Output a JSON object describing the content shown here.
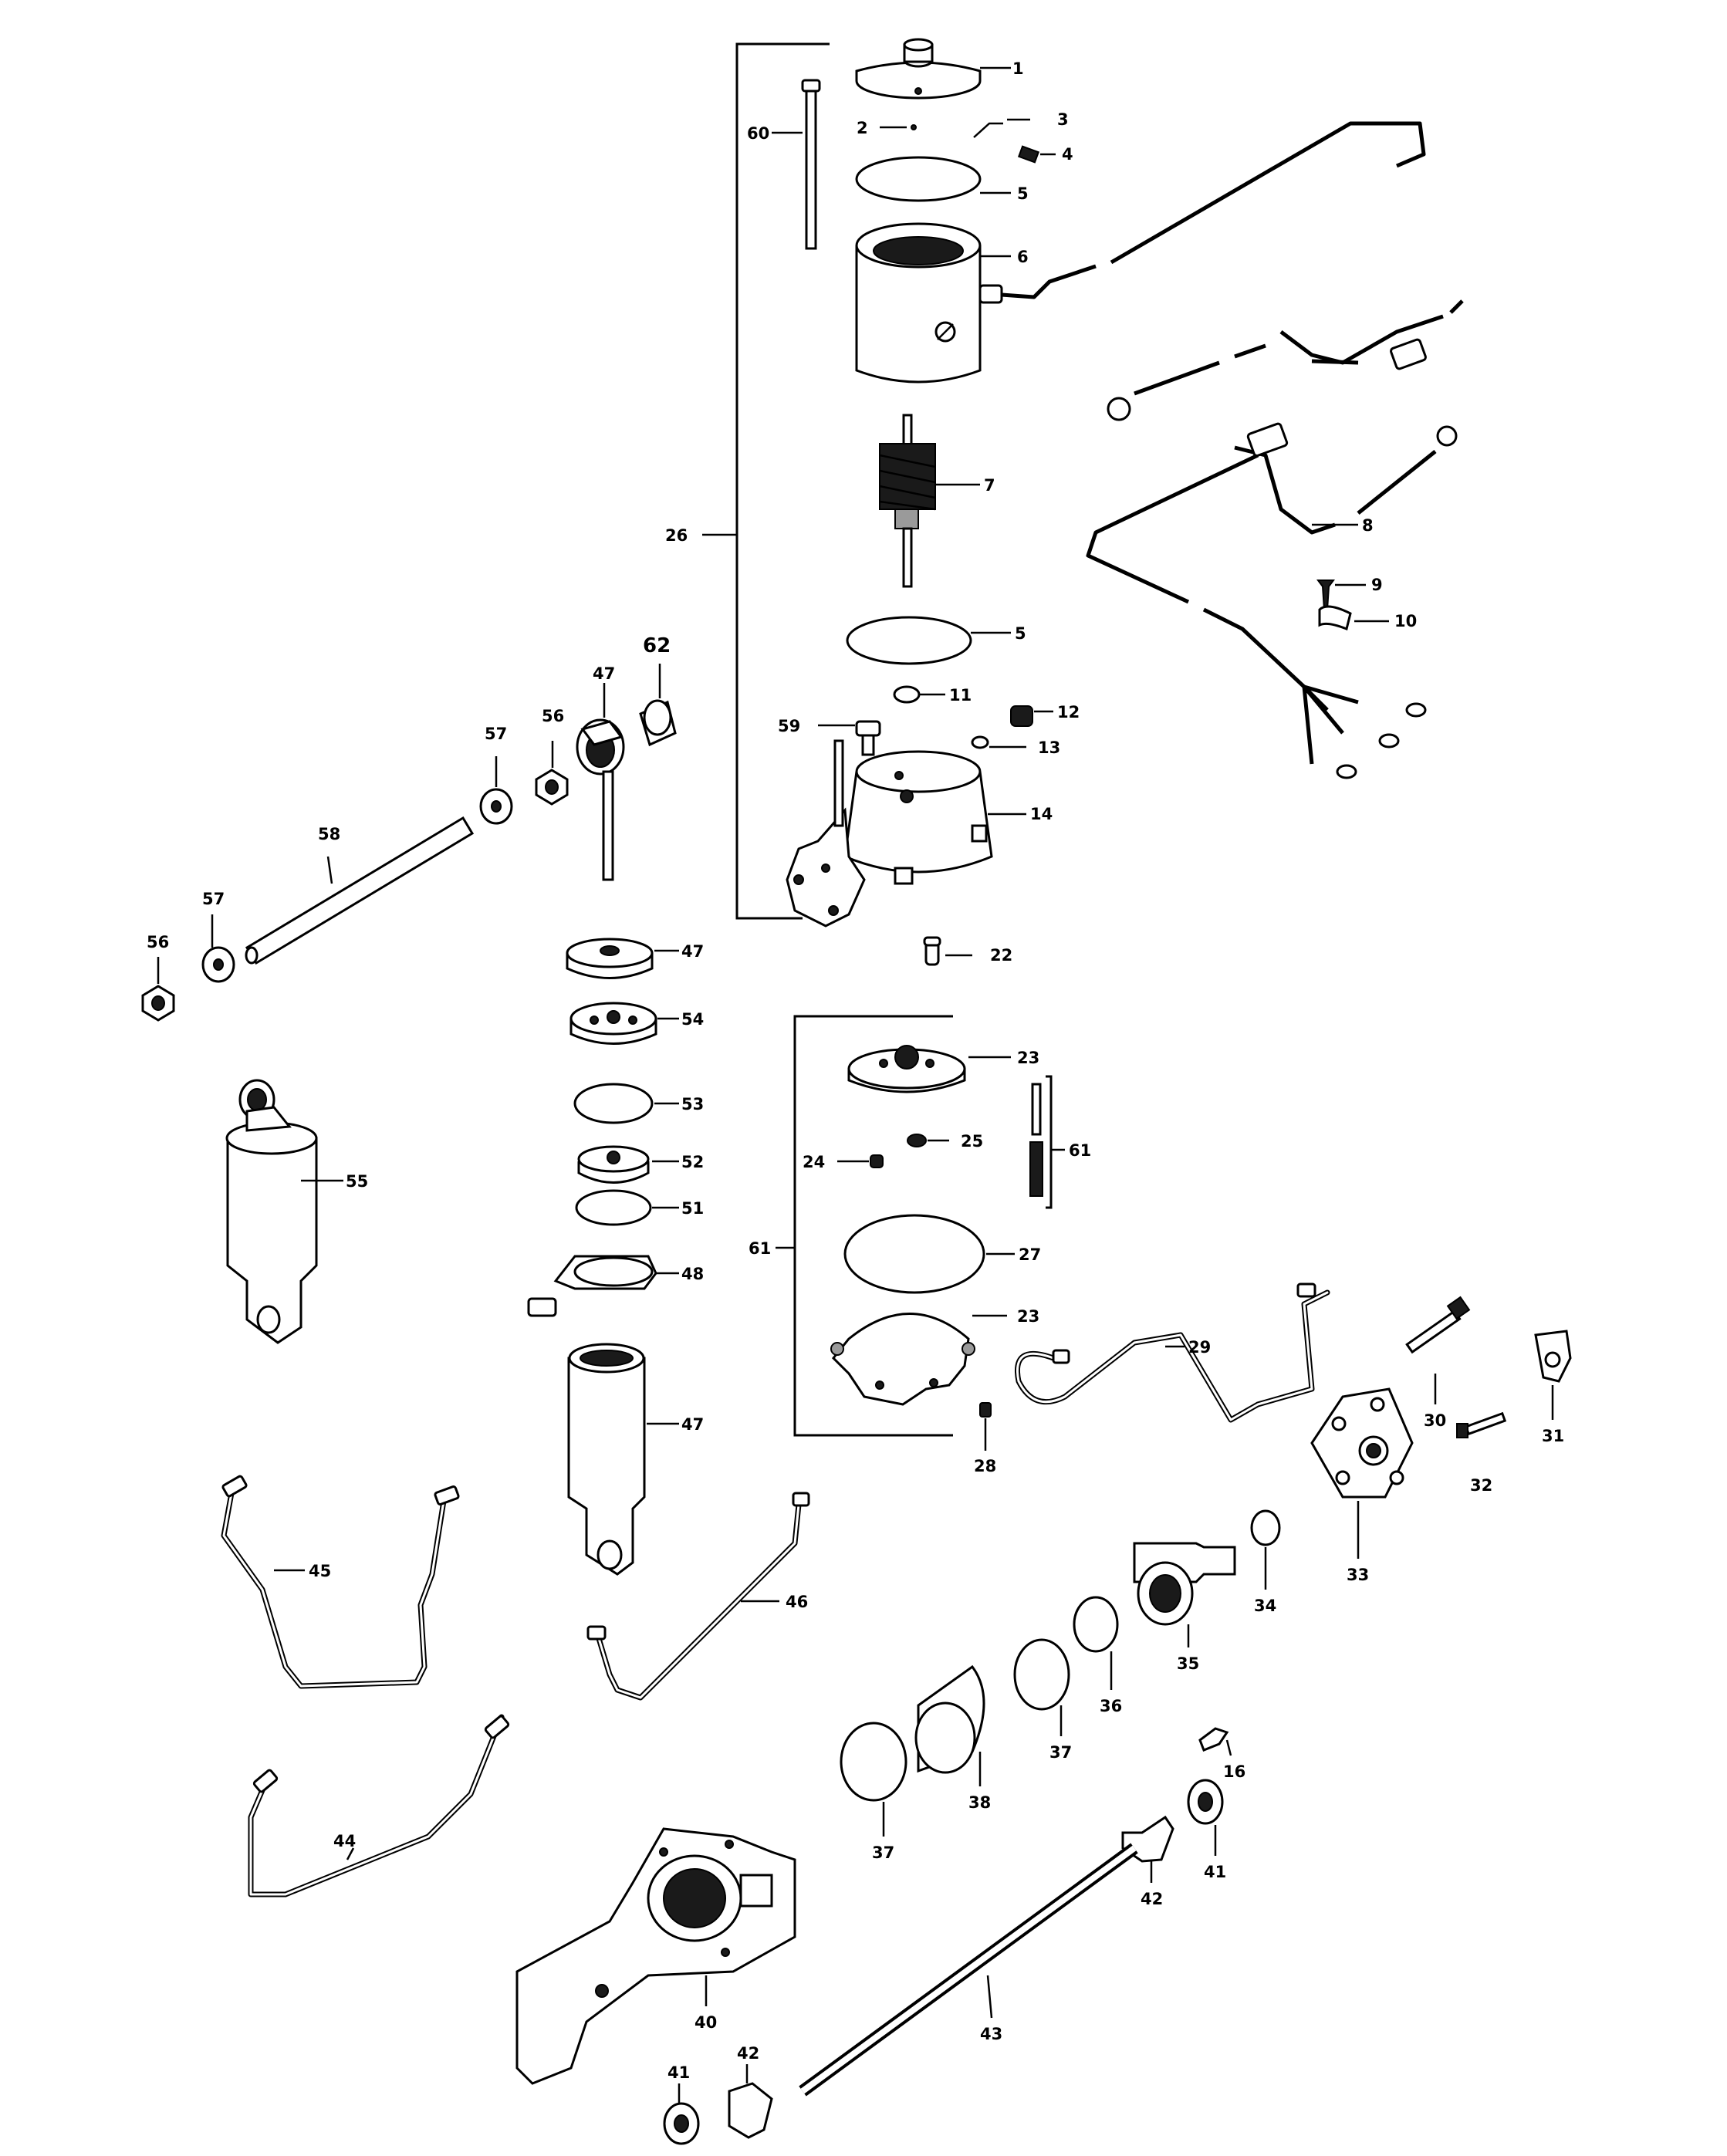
{
  "diagram": {
    "callouts": [
      {
        "id": "c1",
        "label": "1"
      },
      {
        "id": "c2",
        "label": "2"
      },
      {
        "id": "c3",
        "label": "3"
      },
      {
        "id": "c4",
        "label": "4"
      },
      {
        "id": "c5a",
        "label": "5"
      },
      {
        "id": "c6",
        "label": "6"
      },
      {
        "id": "c7",
        "label": "7"
      },
      {
        "id": "c8",
        "label": "8"
      },
      {
        "id": "c9",
        "label": "9"
      },
      {
        "id": "c10",
        "label": "10"
      },
      {
        "id": "c5b",
        "label": "5"
      },
      {
        "id": "c11",
        "label": "11"
      },
      {
        "id": "c12",
        "label": "12"
      },
      {
        "id": "c13",
        "label": "13"
      },
      {
        "id": "c14",
        "label": "14"
      },
      {
        "id": "c59",
        "label": "59"
      },
      {
        "id": "c60",
        "label": "60"
      },
      {
        "id": "c26",
        "label": "26"
      },
      {
        "id": "c22",
        "label": "22"
      },
      {
        "id": "c23a",
        "label": "23"
      },
      {
        "id": "c24",
        "label": "24"
      },
      {
        "id": "c25",
        "label": "25"
      },
      {
        "id": "c61a",
        "label": "61"
      },
      {
        "id": "c61b",
        "label": "61"
      },
      {
        "id": "c27",
        "label": "27"
      },
      {
        "id": "c23b",
        "label": "23"
      },
      {
        "id": "c28",
        "label": "28"
      },
      {
        "id": "c29",
        "label": "29"
      },
      {
        "id": "c30",
        "label": "30"
      },
      {
        "id": "c31",
        "label": "31"
      },
      {
        "id": "c32",
        "label": "32"
      },
      {
        "id": "c33",
        "label": "33"
      },
      {
        "id": "c34",
        "label": "34"
      },
      {
        "id": "c35",
        "label": "35"
      },
      {
        "id": "c36",
        "label": "36"
      },
      {
        "id": "c37a",
        "label": "37"
      },
      {
        "id": "c37b",
        "label": "37"
      },
      {
        "id": "c38",
        "label": "38"
      },
      {
        "id": "c16",
        "label": "16"
      },
      {
        "id": "c41a",
        "label": "41"
      },
      {
        "id": "c42a",
        "label": "42"
      },
      {
        "id": "c43",
        "label": "43"
      },
      {
        "id": "c40",
        "label": "40"
      },
      {
        "id": "c42b",
        "label": "42"
      },
      {
        "id": "c41b",
        "label": "41"
      },
      {
        "id": "c44",
        "label": "44"
      },
      {
        "id": "c45",
        "label": "45"
      },
      {
        "id": "c46",
        "label": "46"
      },
      {
        "id": "c47a",
        "label": "47"
      },
      {
        "id": "c62",
        "label": "62"
      },
      {
        "id": "c56a",
        "label": "56"
      },
      {
        "id": "c57a",
        "label": "57"
      },
      {
        "id": "c58",
        "label": "58"
      },
      {
        "id": "c57b",
        "label": "57"
      },
      {
        "id": "c56b",
        "label": "56"
      },
      {
        "id": "c47b",
        "label": "47"
      },
      {
        "id": "c54",
        "label": "54"
      },
      {
        "id": "c53",
        "label": "53"
      },
      {
        "id": "c52",
        "label": "52"
      },
      {
        "id": "c51",
        "label": "51"
      },
      {
        "id": "c48",
        "label": "48"
      },
      {
        "id": "c47c",
        "label": "47"
      },
      {
        "id": "c55",
        "label": "55"
      }
    ]
  }
}
